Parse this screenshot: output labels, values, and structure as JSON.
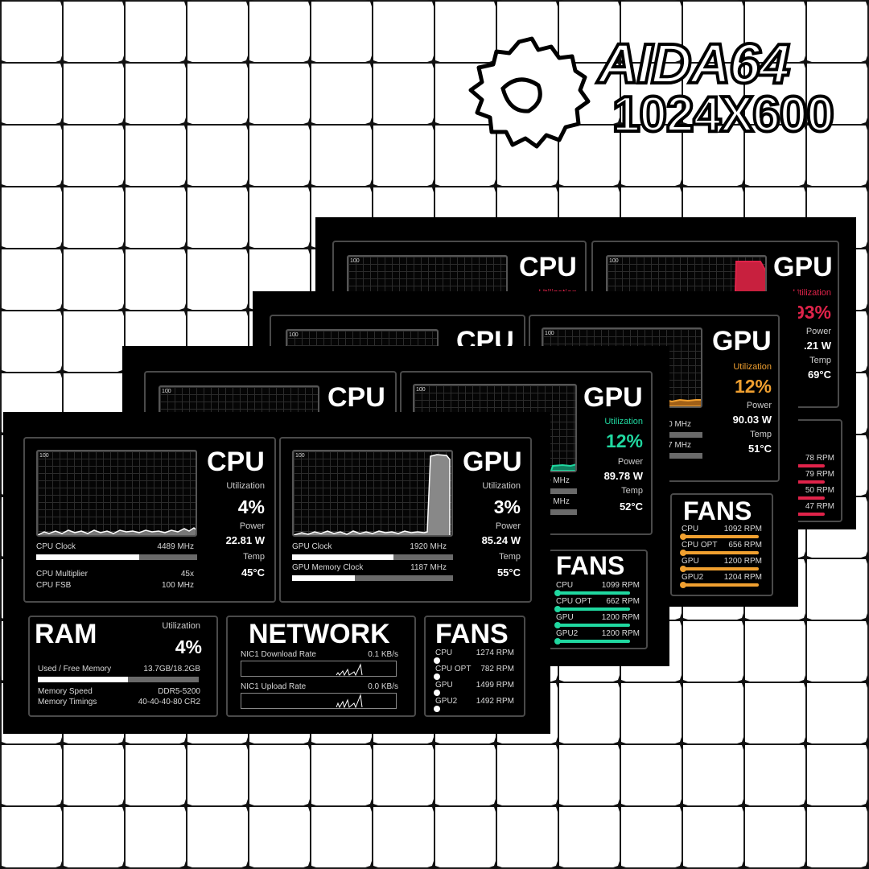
{
  "logo": {
    "title": "AIDA64",
    "subtitle": "1024X600"
  },
  "screen_back3": {
    "cpu": {
      "title": "CPU",
      "util_label": "Utilization",
      "graph_max": "100"
    },
    "gpu": {
      "title": "GPU",
      "util_label": "Utilization",
      "util_value": "93%",
      "power_label": "Power",
      "power_value": ".21 W",
      "temp_label": "Temp",
      "temp_value": "69°C",
      "graph_max": "100"
    },
    "fans": {
      "title": "IS",
      "rows": [
        {
          "value": "78 RPM"
        },
        {
          "value": "79 RPM"
        },
        {
          "value": "50 RPM"
        },
        {
          "value": "47 RPM"
        }
      ]
    },
    "accent": "#e0234a"
  },
  "screen_back2": {
    "cpu": {
      "title": "CPU",
      "graph_max": "100"
    },
    "gpu": {
      "title": "GPU",
      "util_label": "Utilization",
      "util_value": "12%",
      "power_label": "Power",
      "power_value": "90.03 W",
      "temp_label": "Temp",
      "temp_value": "51°C",
      "clock_value": "300 MHz",
      "mem_value": "187 MHz",
      "graph_max": "100"
    },
    "fans": {
      "title": "FANS",
      "rows": [
        {
          "label": "CPU",
          "value": "1092 RPM"
        },
        {
          "label": "CPU OPT",
          "value": "656 RPM"
        },
        {
          "label": "GPU",
          "value": "1200 RPM"
        },
        {
          "label": "GPU2",
          "value": "1204 RPM"
        }
      ]
    },
    "accent": "#f0a030"
  },
  "screen_back1": {
    "cpu": {
      "title": "CPU",
      "graph_max": "100"
    },
    "gpu": {
      "title": "GPU",
      "util_label": "Utilization",
      "util_value": "12%",
      "power_label": "Power",
      "power_value": "89.78 W",
      "temp_label": "Temp",
      "temp_value": "52°C",
      "clock_value": "0 MHz",
      "mem_value": "7 MHz",
      "graph_max": "100"
    },
    "fans": {
      "title": "FANS",
      "rows": [
        {
          "label": "CPU",
          "value": "1099 RPM"
        },
        {
          "label": "CPU OPT",
          "value": "662 RPM"
        },
        {
          "label": "GPU",
          "value": "1200 RPM"
        },
        {
          "label": "GPU2",
          "value": "1200 RPM"
        }
      ]
    },
    "accent": "#20d8a0"
  },
  "screen_front": {
    "cpu": {
      "title": "CPU",
      "graph_max": "100",
      "util_label": "Utilization",
      "util_value": "4%",
      "power_label": "Power",
      "power_value": "22.81 W",
      "temp_label": "Temp",
      "temp_value": "45°C",
      "clock_label": "CPU Clock",
      "clock_value": "4489 MHz",
      "clock_fill": 0.64,
      "mult_label": "CPU Multiplier",
      "mult_value": "45x",
      "fsb_label": "CPU FSB",
      "fsb_value": "100 MHz"
    },
    "gpu": {
      "title": "GPU",
      "graph_max": "100",
      "util_label": "Utilization",
      "util_value": "3%",
      "power_label": "Power",
      "power_value": "85.24 W",
      "temp_label": "Temp",
      "temp_value": "55°C",
      "clock_label": "GPU Clock",
      "clock_value": "1920 MHz",
      "clock_fill": 0.63,
      "mem_label": "GPU Memory Clock",
      "mem_value": "1187 MHz",
      "mem_fill": 0.39
    },
    "ram": {
      "title": "RAM",
      "util_label": "Utilization",
      "util_value": "4%",
      "used_label": "Used / Free Memory",
      "used_value": "13.7GB/18.2GB",
      "used_fill": 0.56,
      "speed_label": "Memory Speed",
      "speed_value": "DDR5-5200",
      "timing_label": "Memory Timings",
      "timing_value": "40-40-40-80 CR2"
    },
    "network": {
      "title": "NETWORK",
      "down_label": "NIC1 Download Rate",
      "down_value": "0.1 KB/s",
      "up_label": "NIC1 Upload Rate",
      "up_value": "0.0 KB/s"
    },
    "fans": {
      "title": "FANS",
      "rows": [
        {
          "label": "CPU",
          "value": "1274 RPM"
        },
        {
          "label": "CPU OPT",
          "value": "782 RPM"
        },
        {
          "label": "GPU",
          "value": "1499 RPM"
        },
        {
          "label": "GPU2",
          "value": "1492 RPM"
        }
      ]
    },
    "accent": "#ffffff"
  }
}
